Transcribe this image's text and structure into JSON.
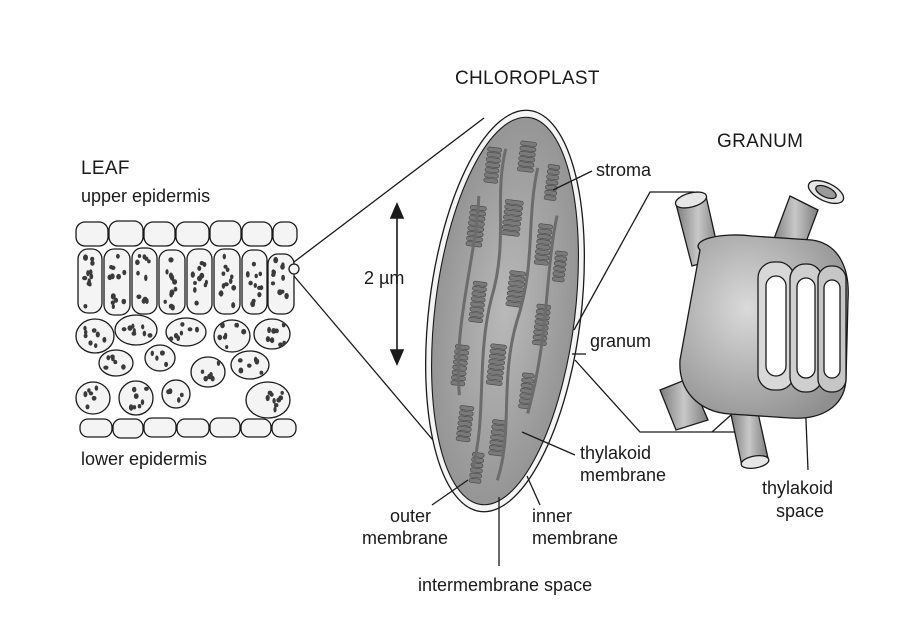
{
  "titles": {
    "leaf": "LEAF",
    "chloroplast": "CHLOROPLAST",
    "granum": "GRANUM"
  },
  "leaf_labels": {
    "upper": "upper epidermis",
    "lower": "lower epidermis"
  },
  "chloroplast_labels": {
    "stroma": "stroma",
    "scale": "2 µm",
    "granum": "granum",
    "thylakoid_membrane_1": "thylakoid",
    "thylakoid_membrane_2": "membrane",
    "outer_1": "outer",
    "outer_2": "membrane",
    "inner_1": "inner",
    "inner_2": "membrane",
    "intermembrane": "intermembrane space"
  },
  "granum_labels": {
    "thylakoid_space_1": "thylakoid",
    "thylakoid_space_2": "space"
  },
  "colors": {
    "line": "#1a1a1a",
    "cell_fill": "#f4f4f4",
    "dot": "#3a3a3a",
    "chloroplast_fill": "#a9a9a9",
    "stack_fill": "#7a7a7a",
    "granum_fill": "#b8b8b8"
  }
}
